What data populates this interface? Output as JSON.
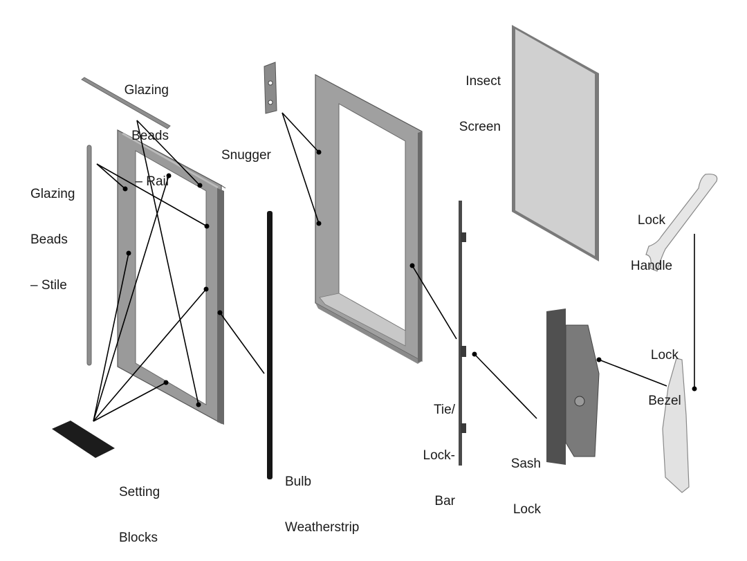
{
  "diagram": {
    "title": "Exploded view of sash window components",
    "labels": {
      "glazing_beads_rail": [
        "Glazing",
        "Beads",
        "– Rail"
      ],
      "glazing_beads_stile": [
        "Glazing",
        "Beads",
        "– Stile"
      ],
      "snugger": [
        "Snugger"
      ],
      "insect_screen": [
        "Insect",
        "Screen"
      ],
      "lock_handle": [
        "Lock",
        "Handle"
      ],
      "lock_bezel": [
        "Lock",
        "Bezel"
      ],
      "tie_lock_bar": [
        "Tie/",
        "Lock-",
        "Bar"
      ],
      "sash_lock": [
        "Sash",
        "Lock"
      ],
      "bulb_weatherstrip": [
        "Bulb",
        "Weatherstrip"
      ],
      "setting_blocks": [
        "Setting",
        "Blocks"
      ]
    },
    "colors": {
      "frame_grey": "#8a8a8a",
      "frame_dark": "#5a5a5a",
      "screen_fill": "#d0d0d0",
      "leader": "#000000",
      "part_dark": "#2a2a2a",
      "part_light": "#e4e4e4"
    }
  }
}
